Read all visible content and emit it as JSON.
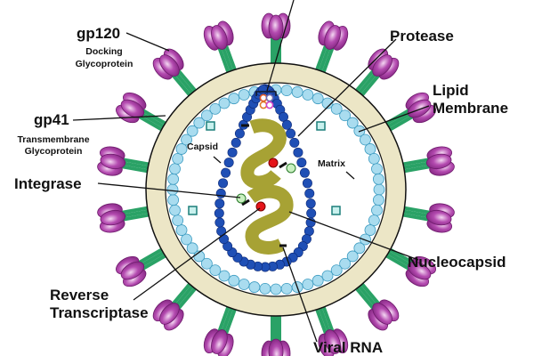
{
  "diagram": {
    "labels": {
      "gp120": "gp120",
      "gp120_sub1": "Docking",
      "gp120_sub2": "Glycoprotein",
      "gp41": "gp41",
      "gp41_sub1": "Transmembrane",
      "gp41_sub2": "Glycoprotein",
      "integrase": "Integrase",
      "reverse1": "Reverse",
      "reverse2": "Transcriptase",
      "protease": "Protease",
      "lipid1": "Lipid",
      "lipid2": "Membrane",
      "nucleocapsid": "Nucleocapsid",
      "viral_rna": "Viral RNA",
      "capsid": "Capsid",
      "matrix": "Matrix"
    },
    "colors": {
      "envelope_fill": "#ece6c6",
      "matrix_bead": "#a9dcef",
      "capsid_bead": "#1f4fb5",
      "rna": "#a7a234",
      "spike_head": "#a0379e",
      "spike_stalk": "#2aa266",
      "enzyme_red": "#e5141a",
      "enzyme_green": "#c9f0c0"
    }
  }
}
